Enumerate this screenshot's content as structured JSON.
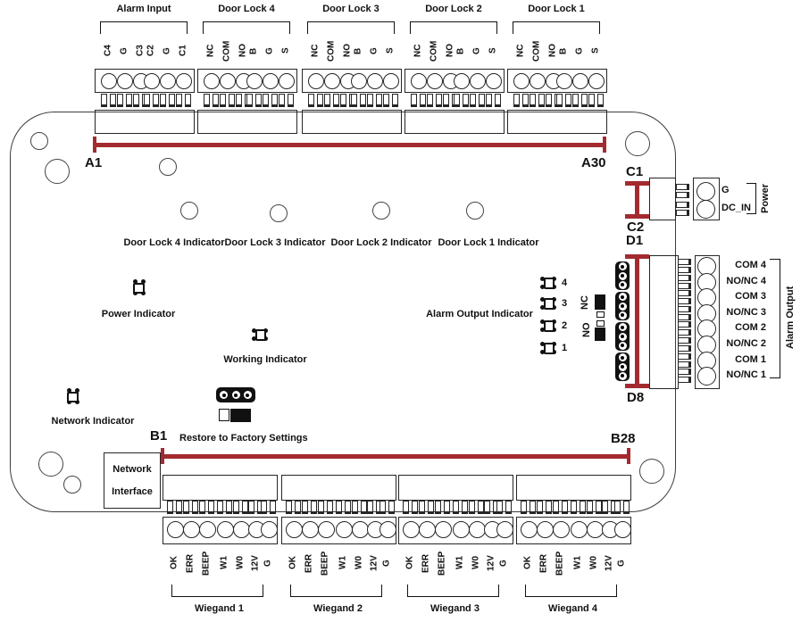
{
  "colors": {
    "accent_red": "#A32B30",
    "line_black": "#262626"
  },
  "top_connectors": [
    {
      "label": "Alarm Input",
      "pins": [
        "C4",
        "G",
        "C3",
        "C2",
        "G",
        "C1"
      ]
    },
    {
      "label": "Door Lock 4",
      "pins": [
        "NC",
        "COM",
        "NO",
        "B",
        "G",
        "S"
      ]
    },
    {
      "label": "Door Lock 3",
      "pins": [
        "NC",
        "COM",
        "NO",
        "B",
        "G",
        "S"
      ]
    },
    {
      "label": "Door Lock 2",
      "pins": [
        "NC",
        "COM",
        "NO",
        "B",
        "G",
        "S"
      ]
    },
    {
      "label": "Door Lock 1",
      "pins": [
        "NC",
        "COM",
        "NO",
        "B",
        "G",
        "S"
      ]
    }
  ],
  "terminal_markers": {
    "a_start": "A1",
    "a_end": "A30",
    "b_start": "B1",
    "b_end": "B28",
    "c_start": "C1",
    "c_end": "C2",
    "d_start": "D1",
    "d_end": "D8"
  },
  "indicators": {
    "door_locks": [
      "Door Lock 4 Indicator",
      "Door Lock 3 Indicator",
      "Door Lock 2 Indicator",
      "Door Lock 1 Indicator"
    ],
    "power": "Power Indicator",
    "working": "Working Indicator",
    "network": "Network Indicator",
    "alarm_output": "Alarm Output Indicator",
    "alarm_led_numbers": [
      "4",
      "3",
      "2",
      "1"
    ]
  },
  "jumpers": {
    "nc_label": "NC",
    "no_label": "NO",
    "restore_label": "Restore to Factory Settings"
  },
  "network_interface": {
    "line1": "Network",
    "line2": "Interface"
  },
  "power_port": {
    "pins": [
      "G",
      "DC_IN"
    ],
    "group_label": "Power"
  },
  "alarm_output_port": {
    "pins": [
      "COM 4",
      "NO/NC 4",
      "COM 3",
      "NO/NC 3",
      "COM 2",
      "NO/NC 2",
      "COM 1",
      "NO/NC 1"
    ],
    "group_label": "Alarm  Output"
  },
  "wiegand_connectors": [
    {
      "label": "Wiegand 1",
      "pins": [
        "OK",
        "ERR",
        "BEEP",
        "W1",
        "W0",
        "12V",
        "G"
      ]
    },
    {
      "label": "Wiegand 2",
      "pins": [
        "OK",
        "ERR",
        "BEEP",
        "W1",
        "W0",
        "12V",
        "G"
      ]
    },
    {
      "label": "Wiegand 3",
      "pins": [
        "OK",
        "ERR",
        "BEEP",
        "W1",
        "W0",
        "12V",
        "G"
      ]
    },
    {
      "label": "Wiegand 4",
      "pins": [
        "OK",
        "ERR",
        "BEEP",
        "W1",
        "W0",
        "12V",
        "G"
      ]
    }
  ]
}
